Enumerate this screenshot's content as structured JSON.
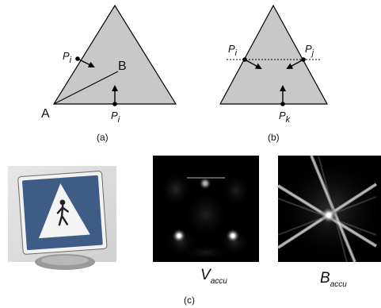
{
  "colors": {
    "triangle_fill": "#c8c8c8",
    "stroke": "#000000",
    "background": "#ffffff",
    "sign_blue": "#3f5c86",
    "sign_white": "#f4f4f4",
    "peak_white": "#ffffff"
  },
  "panel_a": {
    "vertex_A": "A",
    "vertex_B": "B",
    "point_left": {
      "main": "P",
      "sub": "i"
    },
    "point_bottom": {
      "main": "P",
      "sub": "i"
    },
    "caption": "(a)"
  },
  "panel_b": {
    "point_left": {
      "main": "P",
      "sub": "i"
    },
    "point_right": {
      "main": "P",
      "sub": "j"
    },
    "point_bottom": {
      "main": "P",
      "sub": "k"
    },
    "caption": "(b)"
  },
  "panel_c": {
    "images": [
      {
        "name": "road-sign-photo",
        "description_icon": "pedestrian-crossing-icon"
      },
      {
        "name": "v-accu-map",
        "label": {
          "main": "V",
          "sub": "accu"
        }
      },
      {
        "name": "b-accu-map",
        "label": {
          "main": "B",
          "sub": "accu"
        }
      }
    ],
    "caption": "(c)"
  }
}
